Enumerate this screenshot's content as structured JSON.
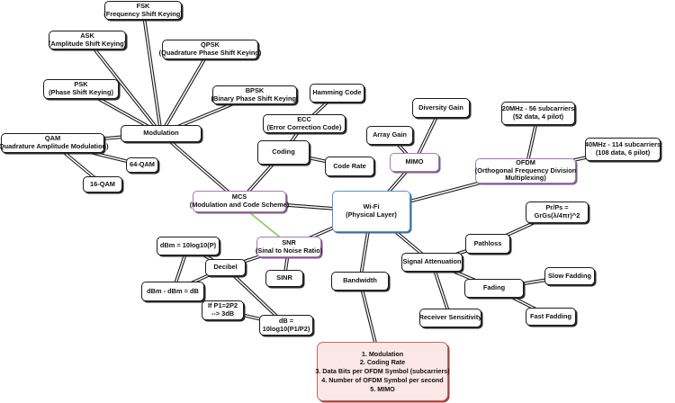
{
  "colors": {
    "line": "#1a1a1a",
    "green_link": "#8fd16a",
    "purple": "#a678b4",
    "blue": "#5b8fcf",
    "red": "#c9645c"
  },
  "nodes": {
    "wifi": [
      "Wi-Fi",
      "(Physical Layer)"
    ],
    "mcs": [
      "MCS",
      "(Modulation and Code Scheme)"
    ],
    "modulation": [
      "Modulation"
    ],
    "fsk": [
      "FSK",
      "(Frequency Shift Keying)"
    ],
    "ask": [
      "ASK",
      "(Amplitude Shift Keying)"
    ],
    "qpsk": [
      "QPSK",
      "(Quadrature Phase Shift Keying)"
    ],
    "psk": [
      "PSK",
      "(Phase Shift Keying)"
    ],
    "bpsk": [
      "BPSK",
      "(Binary Phase Shift Keying)"
    ],
    "qam": [
      "QAM",
      "(Quadrature Amplitude Modulation)"
    ],
    "qam64": [
      "64-QAM"
    ],
    "qam16": [
      "16-QAM"
    ],
    "coding": [
      "Coding"
    ],
    "ecc": [
      "ECC",
      "(Error Correction Code)"
    ],
    "hamming": [
      "Hamming Code"
    ],
    "coderate": [
      "Code Rate"
    ],
    "mimo": [
      "MIMO"
    ],
    "diversity": [
      "Diversity Gain"
    ],
    "array": [
      "Array Gain"
    ],
    "ofdm": [
      "OFDM",
      "(Orthogonal Frequency Division",
      "Multiplexing)"
    ],
    "mhz20": [
      "20MHz - 56 subcarriers",
      "(52 data, 4 pilot)"
    ],
    "mhz40": [
      "40MHz - 114 subcarriers",
      "(108 data, 6 pilot)"
    ],
    "snr": [
      "SNR",
      "(Sinal to Noise Ratio)"
    ],
    "sinr": [
      "SINR"
    ],
    "decibel": [
      "Decibel"
    ],
    "dbm": [
      "dBm = 10log10(P)"
    ],
    "dbmdiff": [
      "dBm - dBm = dB"
    ],
    "db": [
      "dB =",
      "10log10(P1/P2)"
    ],
    "p1p2": [
      "If P1=2P2",
      "--> 3dB"
    ],
    "bandwidth": [
      "Bandwidth"
    ],
    "atten": [
      "Signal Attenuation"
    ],
    "pathloss": [
      "Pathloss"
    ],
    "prps": [
      "Pr/Ps =",
      "GrGs(λ/4πr)^2"
    ],
    "fading": [
      "Fading"
    ],
    "slowfading": [
      "Slow Fadding"
    ],
    "fastfading": [
      "Fast Fadding"
    ],
    "rxsens": [
      "Receiver Sensitivity"
    ],
    "summary": [
      "1. Modulation",
      "2. Coding Rate",
      "3. Data Bits per OFDM Symbol (subcarriers)",
      "4. Number of OFDM Symbol per second",
      "5. MIMO"
    ]
  }
}
